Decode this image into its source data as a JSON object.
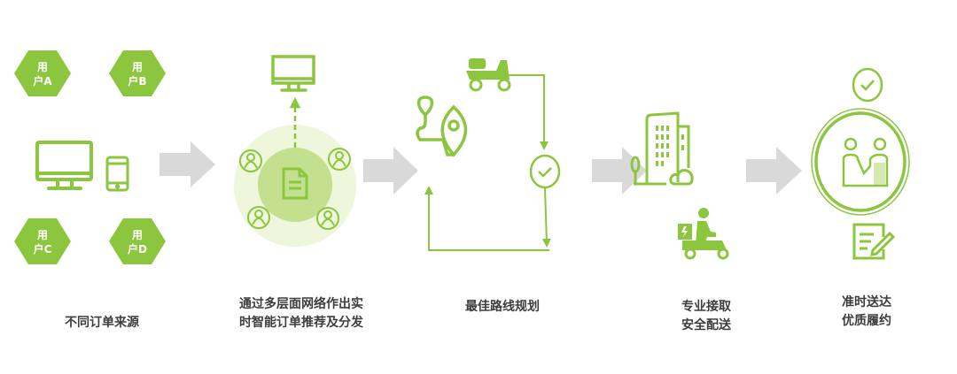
{
  "colors": {
    "green": "#8cc63f",
    "light_green": "#c3e08f",
    "pale_green": "#eef6dc",
    "arrow_gray": "#d9d9d9",
    "text": "#3d3d3d"
  },
  "users": [
    {
      "line1": "用",
      "line2": "户A"
    },
    {
      "line1": "用",
      "line2": "户B"
    },
    {
      "line1": "用",
      "line2": "户C"
    },
    {
      "line1": "用",
      "line2": "户D"
    }
  ],
  "steps": [
    {
      "lines": [
        "不同订单来源"
      ]
    },
    {
      "lines": [
        "通过多层面网络作出实",
        "时智能订单推荐及分发"
      ]
    },
    {
      "lines": [
        "最佳路线规划"
      ]
    },
    {
      "lines": [
        "专业接取",
        "安全配送"
      ]
    },
    {
      "lines": [
        "准时送达",
        "优质履约"
      ]
    }
  ]
}
